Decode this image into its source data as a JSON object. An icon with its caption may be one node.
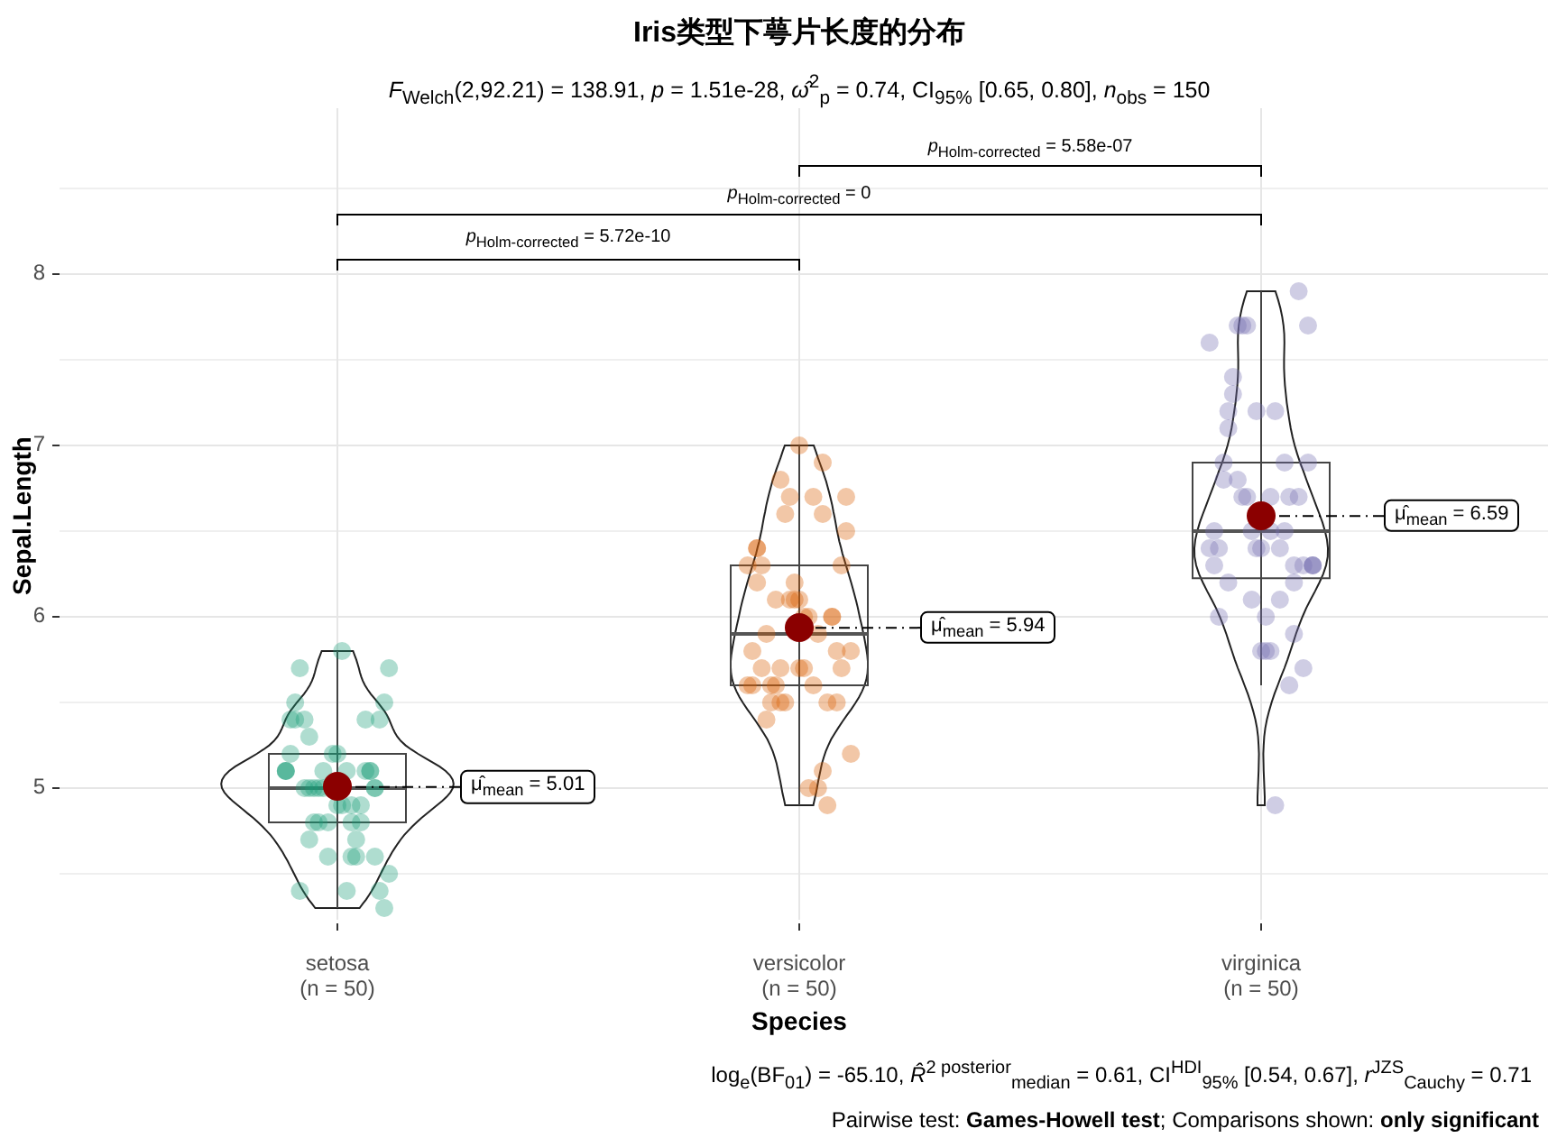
{
  "diagram": {
    "title": "Iris类型下萼片长度的分布",
    "nodes": [
      {
        "text": [],
        "shape": "circle"
      },
      {
        "text": [],
        "shape": "circle"
      },
      {
        "text": [],
        "shape": "circle"
      },
      {
        "text": [
          "μ̂$_{mean}$ = 5.01"
        ]
      },
      {
        "text": [
          "μ̂$_{mean}$ = 5.94"
        ]
      },
      {
        "text": [
          "μ̂$_{mean}$ = 6.59"
        ]
      }
    ],
    "edges": [
      {
        "from": 3,
        "to": 0,
        "arrow": "none",
        "style": "dashed"
      },
      {
        "from": 4,
        "to": 1,
        "arrow": "none",
        "style": "dashed"
      },
      {
        "from": 5,
        "to": 2,
        "arrow": "none",
        "style": "dashed"
      }
    ],
    "labels": [
      "*F*$_{Welch}$(2,92.21) = 138.91, *p* = 1.51e-28, *ω̂*$^{2}$$_{p}$ = 0.74, CI$_{95%}$ [0.65, 0.80], *n*$_{obs}$ = 150",
      "*p*$_{Holm-corrected}$ = 5.58e-07",
      "*p*$_{Holm-corrected}$ = 0",
      "*p*$_{Holm-corrected}$ = 5.72e-10",
      "8",
      "7",
      "6",
      "5",
      "Sepal.Length",
      "setosa (n = 50)",
      "versicolor (n = 50)",
      "virginica (n = 50)",
      "Species",
      "log$_{e}$(BF$_{01}$) = -65.10, *R̂*$^{2 posterior}$$_{median}$ = 0.61, CI$^{HDI}$$_{95%}$ [0.54, 0.67], *r*$^{JZS}$$_{Cauchy}$ = 0.71",
      "Pairwise test: **Games-Howell test**; Comparisons shown: **only significant**"
    ]
  }
}
